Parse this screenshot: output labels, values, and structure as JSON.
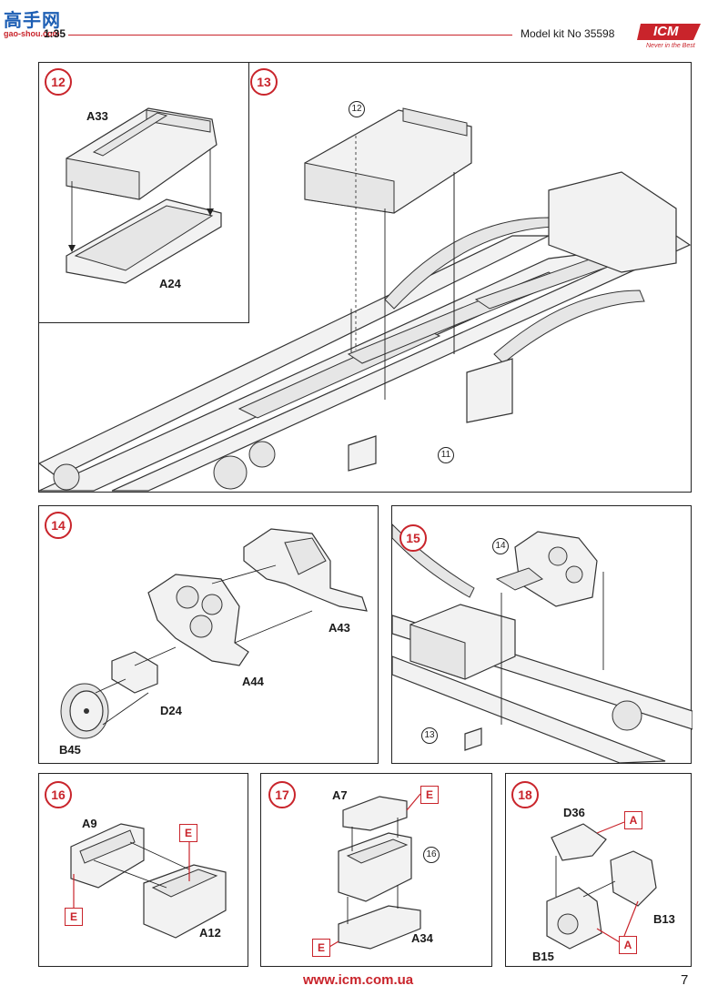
{
  "header": {
    "watermark_chars": "高手网",
    "watermark_url": "gao-shou.com",
    "scale": "1:35",
    "model_kit": "Model kit No 35598",
    "brand": "ICM",
    "brand_tagline": "Never in the Best"
  },
  "steps": {
    "s12": {
      "number": "12",
      "parts": {
        "a33": "A33",
        "a24": "A24"
      }
    },
    "s13": {
      "number": "13",
      "refs": {
        "r12": "12",
        "r11": "11"
      }
    },
    "s14": {
      "number": "14",
      "parts": {
        "a43": "A43",
        "a44": "A44",
        "d24": "D24",
        "b45": "B45"
      }
    },
    "s15": {
      "number": "15",
      "refs": {
        "r14": "14",
        "r13": "13"
      }
    },
    "s16": {
      "number": "16",
      "parts": {
        "a9": "A9",
        "a12": "A12"
      },
      "paint": {
        "e1": "E",
        "e2": "E"
      }
    },
    "s17": {
      "number": "17",
      "parts": {
        "a7": "A7",
        "a34": "A34"
      },
      "refs": {
        "r16": "16"
      },
      "paint": {
        "e1": "E",
        "e2": "E"
      }
    },
    "s18": {
      "number": "18",
      "parts": {
        "d36": "D36",
        "b13": "B13",
        "b15": "B15"
      },
      "paint": {
        "a1": "A",
        "a2": "A"
      }
    }
  },
  "footer": {
    "url": "www.icm.com.ua",
    "page_number": "7"
  },
  "colors": {
    "accent": "#c9242b",
    "ink": "#1a1a1a"
  }
}
